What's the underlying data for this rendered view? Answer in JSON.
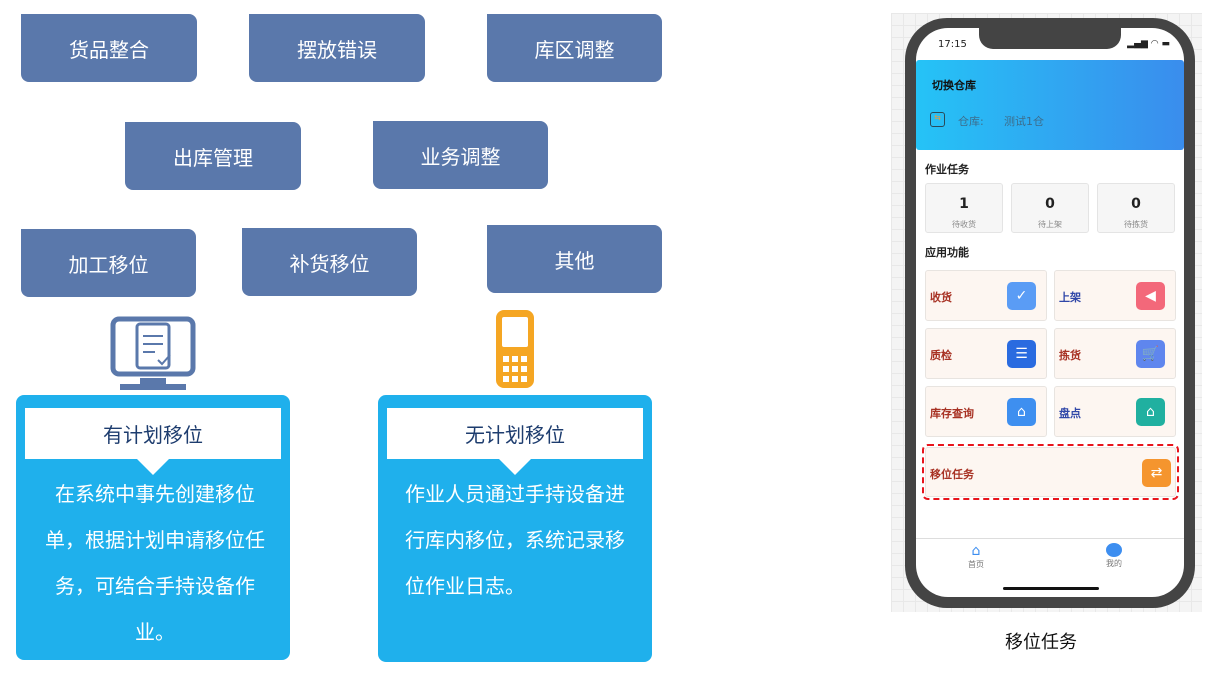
{
  "tags": [
    "货品整合",
    "摆放错误",
    "库区调整",
    "出库管理",
    "业务调整",
    "加工移位",
    "补货移位",
    "其他"
  ],
  "planned": {
    "title": "有计划移位",
    "body": "在系统中事先创建移位单，根据计划申请移位任务，可结合手持设备作业。"
  },
  "unplanned": {
    "title": "无计划移位",
    "body": "作业人员通过手持设备进行库内移位，系统记录移位作业日志。"
  },
  "phone": {
    "time": "17:15",
    "banner_title": "切换仓库",
    "warehouse_label": "仓库:",
    "warehouse_value": "测试1仓",
    "tasks_title": "作业任务",
    "stats": [
      {
        "value": "1",
        "label": "待收货"
      },
      {
        "value": "0",
        "label": "待上架"
      },
      {
        "value": "0",
        "label": "待拣货"
      }
    ],
    "functions_title": "应用功能",
    "functions": [
      "收货",
      "上架",
      "质检",
      "拣货",
      "库存查询",
      "盘点",
      "移位任务"
    ],
    "nav": [
      "首页",
      "我的"
    ]
  },
  "caption": "移位任务"
}
